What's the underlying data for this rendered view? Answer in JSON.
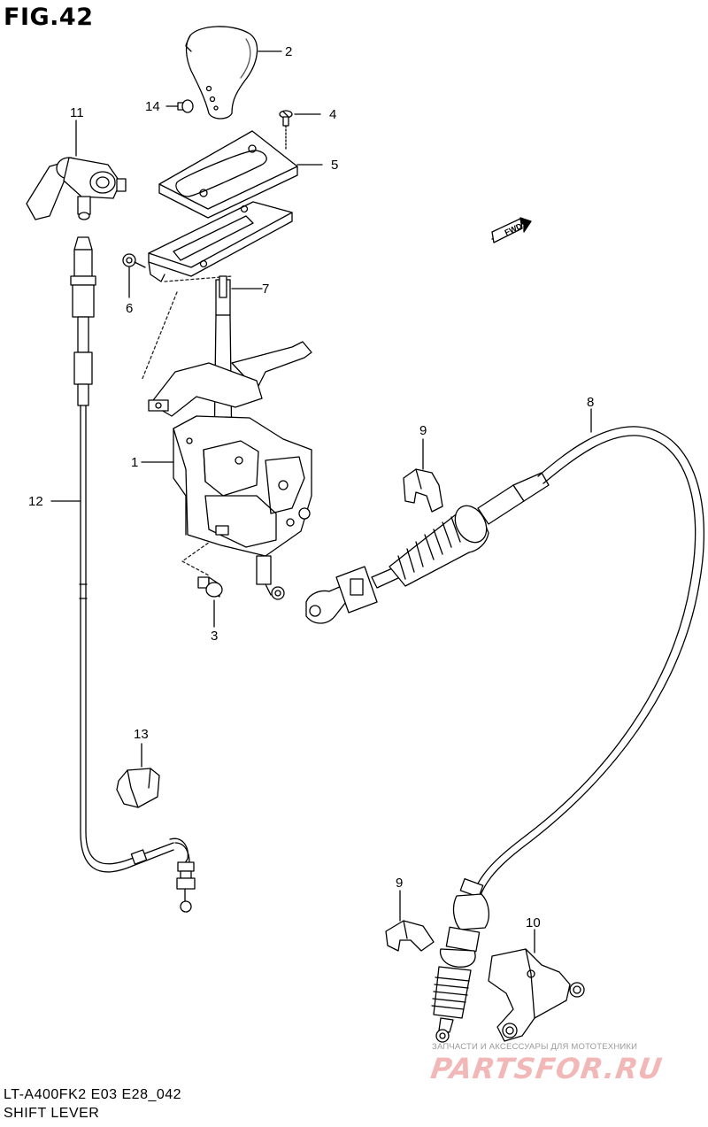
{
  "figure": {
    "title": "FIG.42",
    "model_line": "LT-A400FK2 E03 E28_042",
    "section_title": "SHIFT LEVER"
  },
  "callouts": [
    {
      "id": "c1",
      "text": "1"
    },
    {
      "id": "c2",
      "text": "2"
    },
    {
      "id": "c3",
      "text": "3"
    },
    {
      "id": "c4",
      "text": "4"
    },
    {
      "id": "c5",
      "text": "5"
    },
    {
      "id": "c6",
      "text": "6"
    },
    {
      "id": "c7",
      "text": "7"
    },
    {
      "id": "c8",
      "text": "8"
    },
    {
      "id": "c9a",
      "text": "9"
    },
    {
      "id": "c9b",
      "text": "9"
    },
    {
      "id": "c10",
      "text": "10"
    },
    {
      "id": "c11",
      "text": "11"
    },
    {
      "id": "c12",
      "text": "12"
    },
    {
      "id": "c13",
      "text": "13"
    },
    {
      "id": "c14",
      "text": "14"
    }
  ],
  "direction_marker": {
    "text": "FWD"
  },
  "watermark": {
    "tagline": "ЗАПЧАСТИ И АКСЕССУАРЫ ДЛЯ МОТОТЕХНИКИ",
    "brand": "PARTSFOR.RU"
  }
}
